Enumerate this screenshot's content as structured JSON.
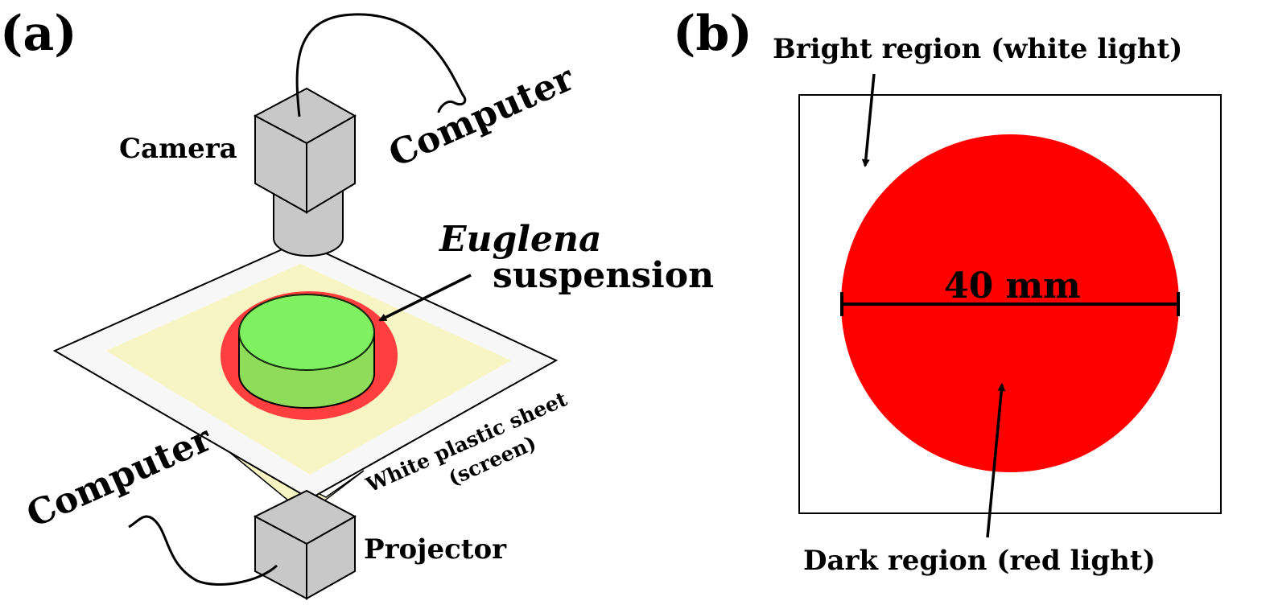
{
  "panel_a": {
    "label": "(a)",
    "camera_label": "Camera",
    "computer_top_label": "Computer",
    "euglena_label_italic": "Euglena",
    "euglena_label_rest": "suspension",
    "sheet_label_line1": "White plastic sheet",
    "sheet_label_line2": "(screen)",
    "computer_bottom_label": "Computer",
    "projector_label": "Projector"
  },
  "panel_b": {
    "label": "(b)",
    "bright_label": "Bright region (white light)",
    "diameter_label": "40 mm",
    "dark_label": "Dark region (red light)"
  },
  "colors": {
    "device_gray": "#c8c8c8",
    "sheet_white": "#f7f7f7",
    "projection_yellow": "#f8f5c4",
    "dish_green": "#7ff060",
    "dish_side_green": "#8fdc5a",
    "red_spot": "#ff3f3f",
    "red_region": "#ff0000"
  }
}
